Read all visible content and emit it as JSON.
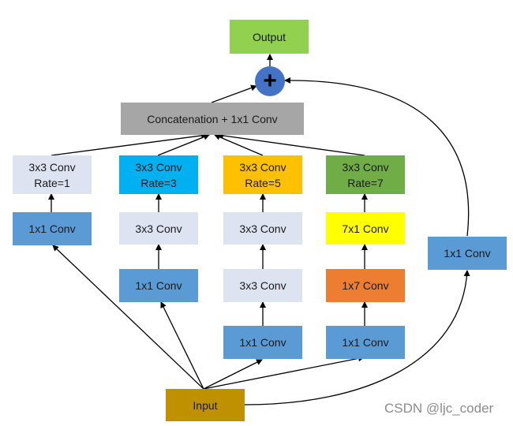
{
  "nodes": {
    "output": "Output",
    "plus": "+",
    "concat": "Concatenation + 1x1 Conv",
    "b1_top": [
      "3x3 Conv",
      "Rate=1"
    ],
    "b2_top": [
      "3x3 Conv",
      "Rate=3"
    ],
    "b3_top": [
      "3x3 Conv",
      "Rate=5"
    ],
    "b4_top": [
      "3x3 Conv",
      "Rate=7"
    ],
    "b1_conv": "1x1 Conv",
    "b2_mid": "3x3 Conv",
    "b2_conv": "1x1 Conv",
    "b3_mid1": "3x3 Conv",
    "b3_mid2": "3x3 Conv",
    "b3_conv": "1x1 Conv",
    "b4_mid1": "7x1 Conv",
    "b4_mid2": "1x7 Conv",
    "b4_conv": "1x1 Conv",
    "shortcut": "1x1 Conv",
    "input": "Input"
  },
  "watermark": "CSDN @ljc_coder",
  "colors": {
    "blue": "#5b9bd5",
    "pale": "#dee3f2",
    "cyan": "#00b0f0",
    "orange": "#ffc000",
    "green": "#70ad47",
    "yellow": "#ffff00",
    "dark_orange": "#ed7d31",
    "gray": "#a6a6a6",
    "output_green": "#92d050",
    "input_gold": "#bf9000",
    "plus_blue": "#4472c4"
  }
}
